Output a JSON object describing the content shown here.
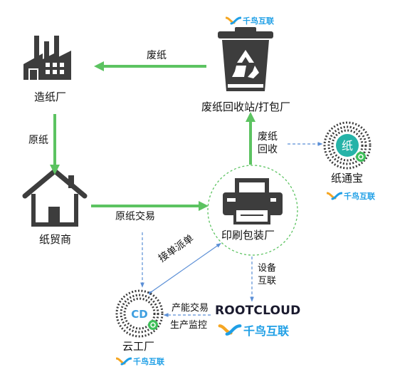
{
  "nodes": {
    "paper_mill": "造纸厂",
    "recycle_station": "废纸回收站/打包厂",
    "paper_trader": "纸贸商",
    "printing_factory": "印刷包装厂",
    "zhitongbao": "纸通宝",
    "cloud_factory": "云工厂"
  },
  "edges": {
    "waste_paper_top": "废纸",
    "raw_paper": "原纸",
    "waste_paper_recycle": "废纸回收",
    "raw_paper_trade": "原纸交易",
    "order_dispatch": "接单派单",
    "device_iot": "设备互联",
    "capacity_trade": "产能交易",
    "production_monitor": "生产监控"
  },
  "brands": {
    "qianniao": "千鸟互联",
    "rootcloud": "ROOTCLOUD"
  },
  "qr_badges": {
    "zhitongbao_char": "纸",
    "cloud_char": "CD"
  },
  "colors": {
    "arrow_green": "#5cc361",
    "dashed_blue": "#5b8fd6",
    "brand_blue": "#1f9fe6",
    "icon_gray": "#3d3d3d"
  }
}
